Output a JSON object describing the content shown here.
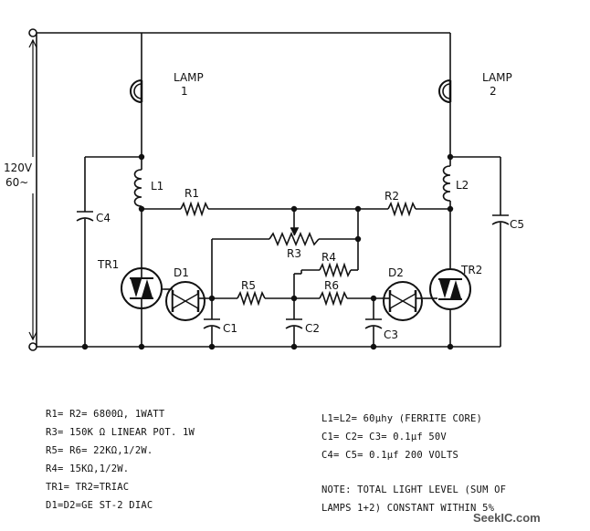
{
  "labels": {
    "lamp1": [
      "LAMP",
      "1"
    ],
    "lamp2": [
      "LAMP",
      "2"
    ],
    "supply": [
      "120V",
      "60~"
    ],
    "l1": "L1",
    "l2": "L2",
    "r1": "R1",
    "r2": "R2",
    "r3": "R3",
    "r4": "R4",
    "r5": "R5",
    "r6": "R6",
    "c1": "C1",
    "c2": "C2",
    "c3": "C3",
    "c4": "C4",
    "c5": "C5",
    "tr1": "TR1",
    "tr2": "TR2",
    "d1": "D1",
    "d2": "D2"
  },
  "legend_left": [
    "R1= R2= 6800Ω, 1WATT",
    "R3= 150K Ω LINEAR POT. 1W",
    "R5= R6= 22KΩ,1/2W.",
    "R4= 15KΩ,1/2W.",
    "TR1= TR2=TRIAC",
    "D1=D2=GE ST-2 DIAC"
  ],
  "legend_right": [
    "L1=L2= 60μhy (FERRITE CORE)",
    "C1= C2= C3= 0.1μf  50V",
    "C4= C5= 0.1μf  200 VOLTS"
  ],
  "note": [
    "NOTE: TOTAL LIGHT LEVEL (SUM OF",
    "LAMPS 1+2) CONSTANT WITHIN 5%"
  ],
  "watermark": "SeekIC.com"
}
